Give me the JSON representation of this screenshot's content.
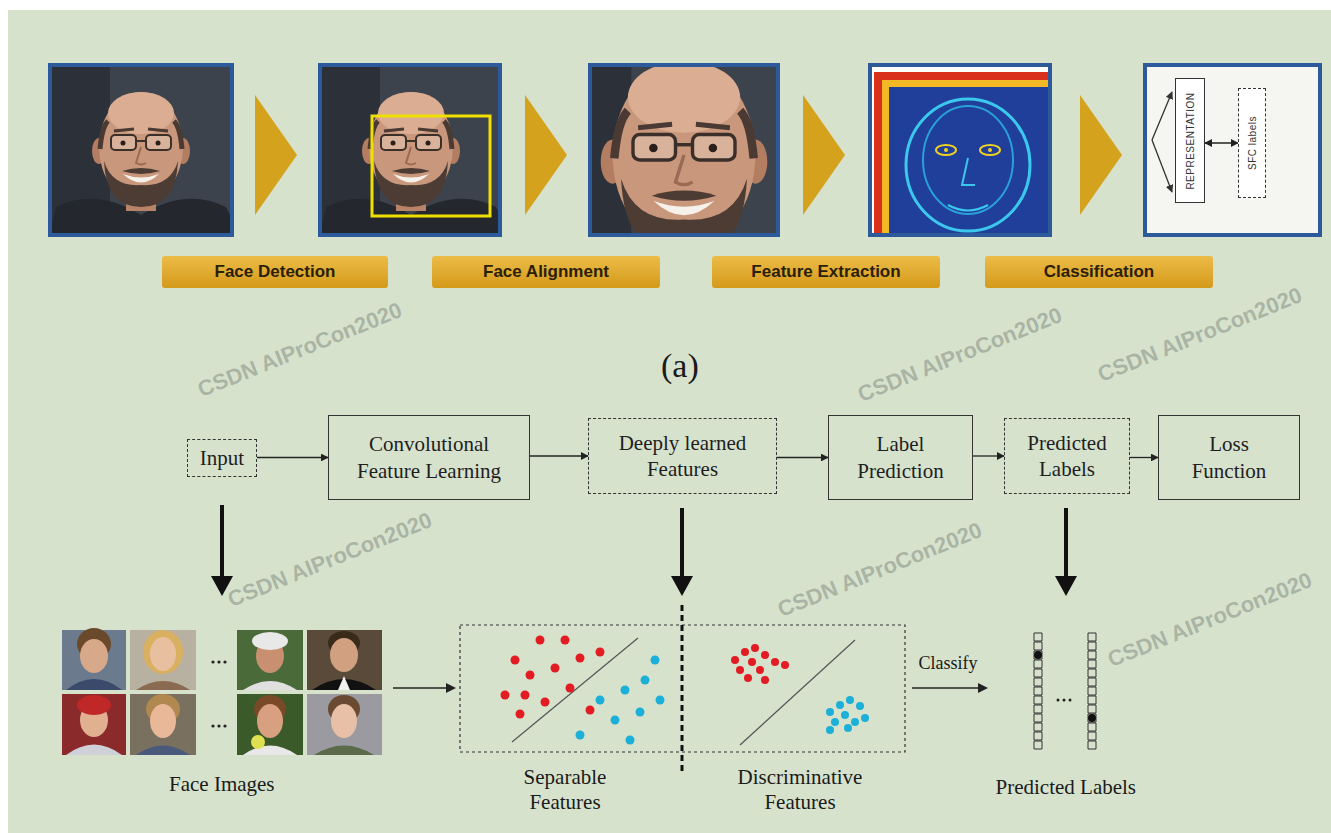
{
  "diagram": {
    "nodes": [
      {
        "text": [
          "REPRESENTATION"
        ]
      },
      {
        "text": [
          "SFC labels"
        ]
      },
      {
        "text": [
          "Face Detection"
        ]
      },
      {
        "text": [
          "Face Alignment"
        ]
      },
      {
        "text": [
          "Feature Extraction"
        ]
      },
      {
        "text": [
          "Classification"
        ]
      },
      {
        "text": [
          "Input"
        ]
      },
      {
        "text": [
          "Convolutional Feature Learning"
        ]
      },
      {
        "text": [
          "Deeply learned Features"
        ]
      },
      {
        "text": [
          "Label Prediction"
        ]
      },
      {
        "text": [
          "Predicted Labels"
        ]
      },
      {
        "text": [
          "Loss Function"
        ]
      }
    ],
    "edges": [
      {
        "from": 0,
        "to": 1,
        "arrow": "both"
      },
      {
        "from": 6,
        "to": 7,
        "arrow": "to"
      },
      {
        "from": 7,
        "to": 8,
        "arrow": "to"
      },
      {
        "from": 8,
        "to": 9,
        "arrow": "to"
      },
      {
        "from": 9,
        "to": 10,
        "arrow": "to"
      },
      {
        "from": 10,
        "to": 11,
        "arrow": "to"
      }
    ],
    "labels": [
      "(a)",
      "Face Images",
      "Separable Features",
      "Discriminative Features",
      "Classify",
      "Predicted Labels",
      "CSDN AIProCon2020",
      "CSDN AIProCon2020",
      "CSDN AIProCon2020",
      "CSDN AIProCon2020",
      "CSDN AIProCon2020",
      "CSDN AIProCon2020"
    ]
  }
}
